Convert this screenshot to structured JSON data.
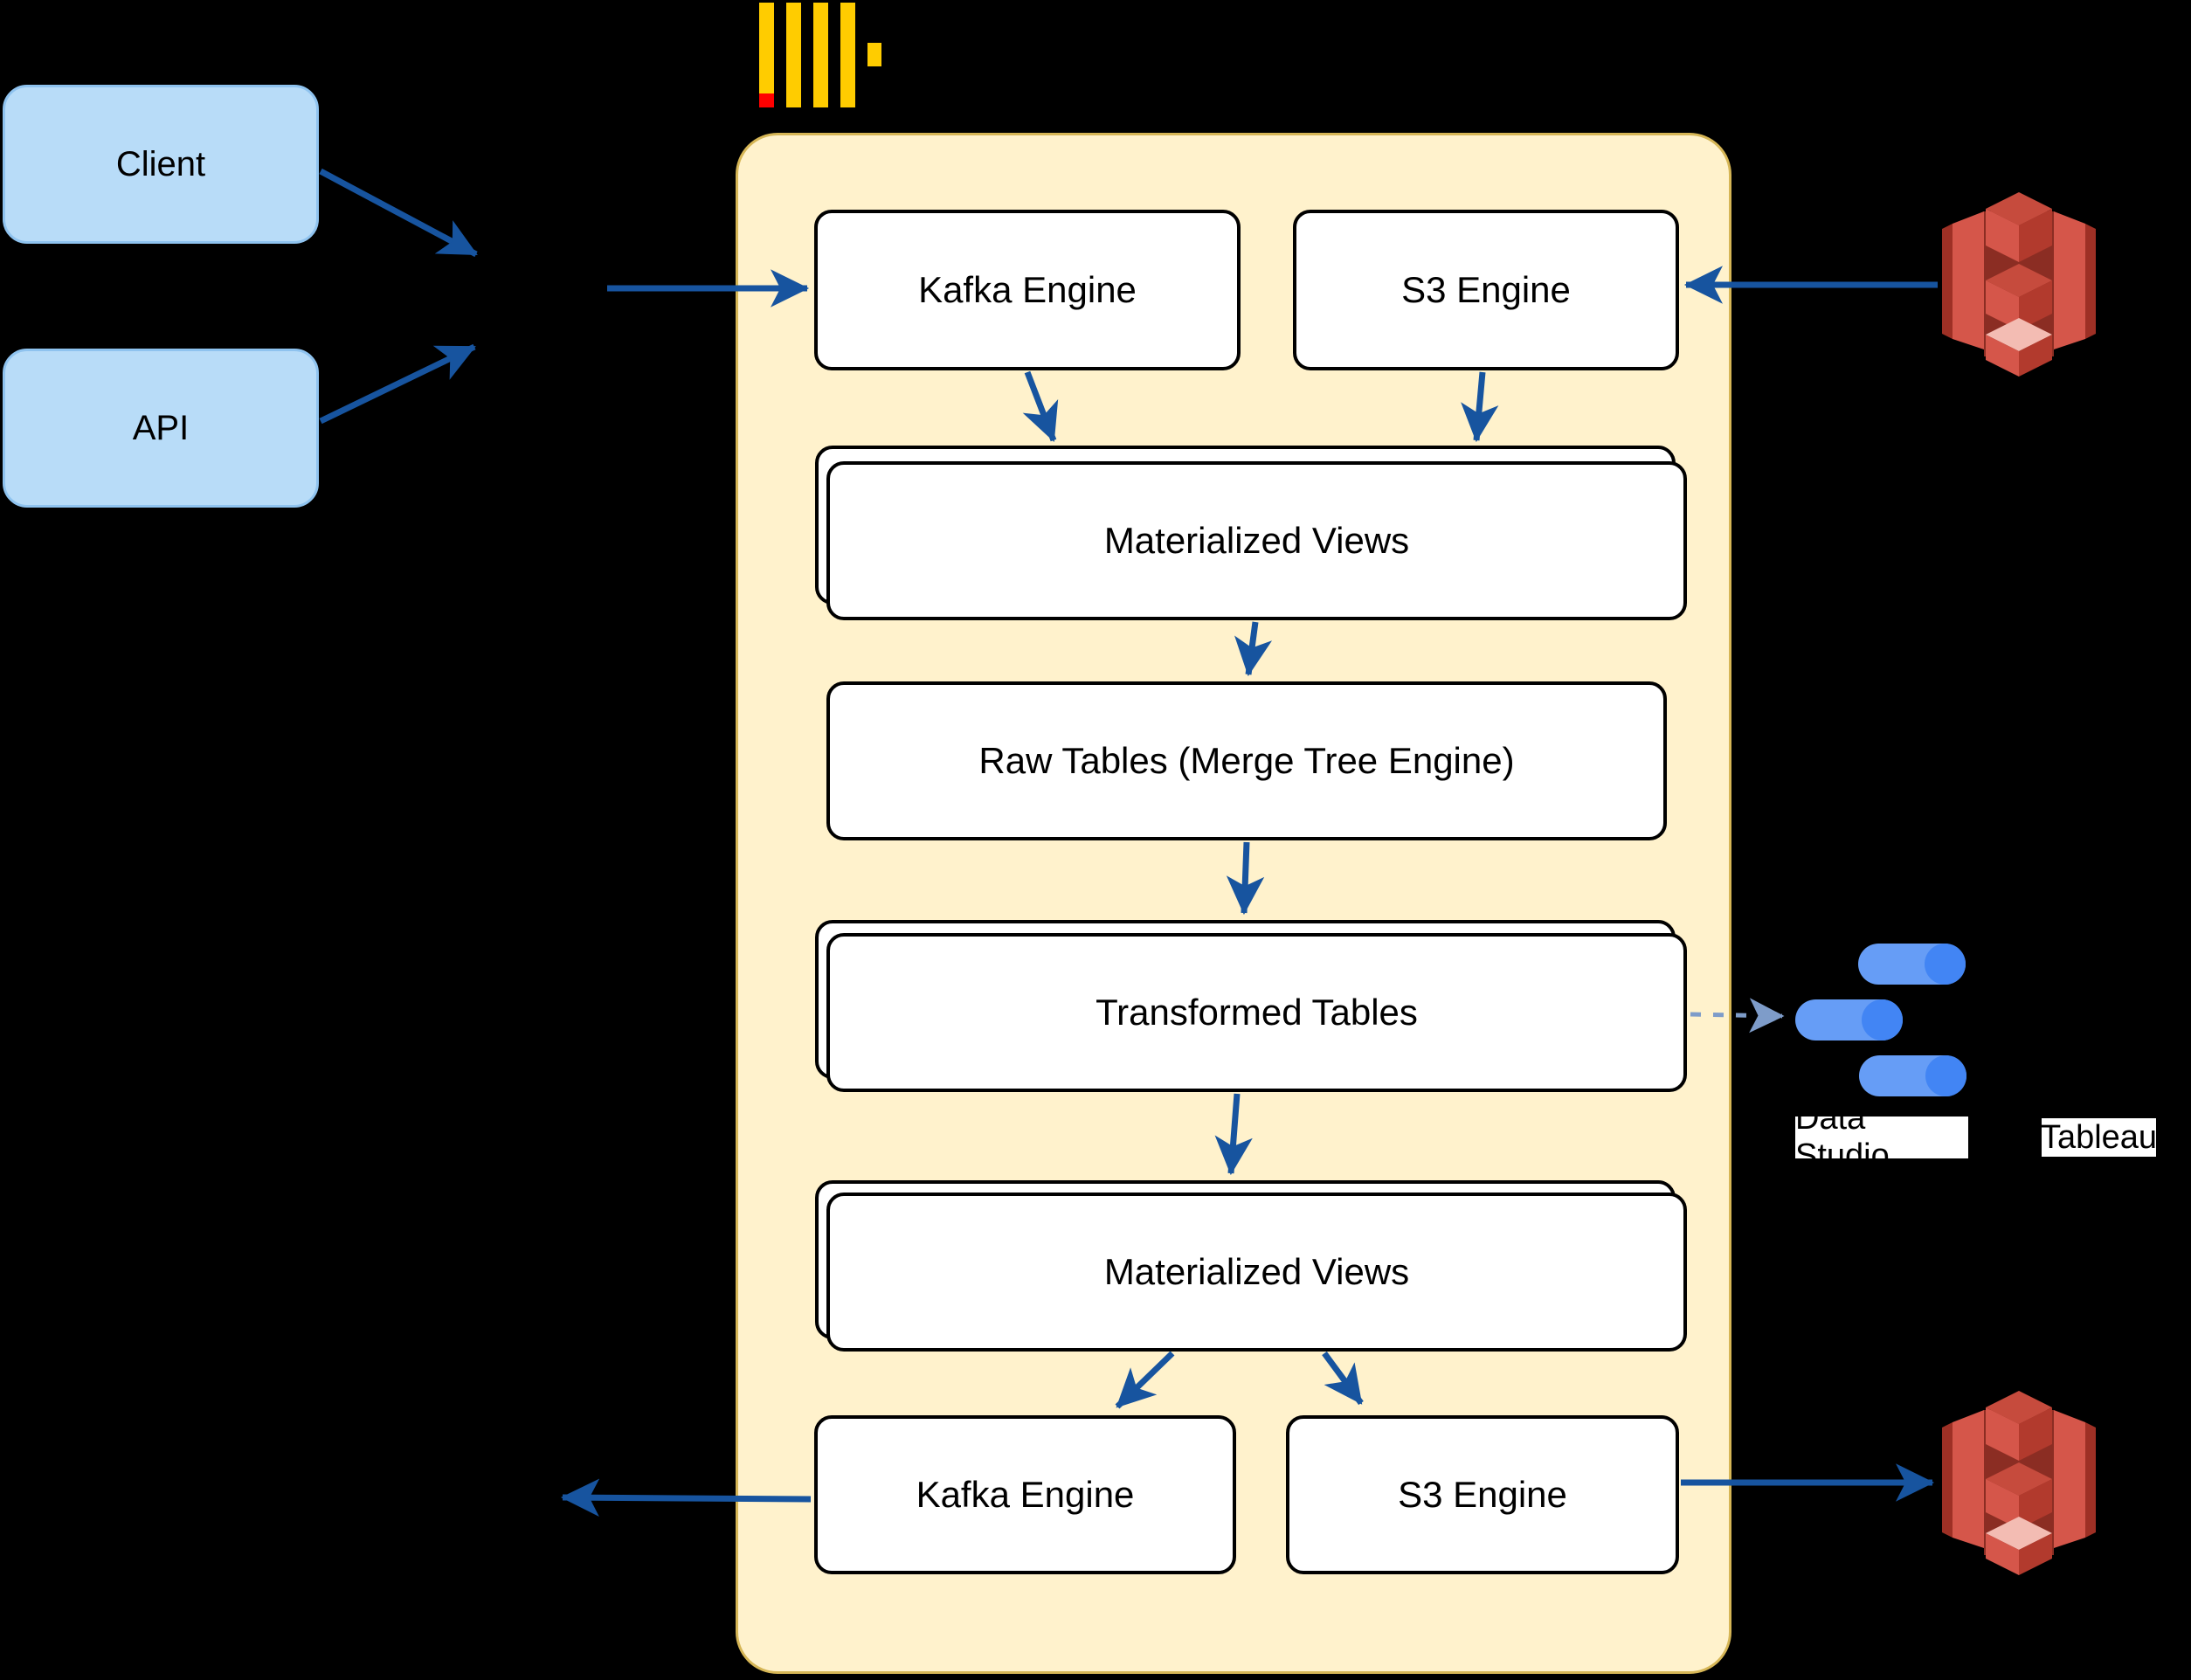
{
  "colors": {
    "canvas_bg": "#000000",
    "arrow": "#17549F",
    "arrow_light": "#7E9CC9",
    "container_fill": "#FFF2CC",
    "container_border": "#D6B656",
    "node_fill": "#FFFFFF",
    "node_border": "#000000",
    "source_fill": "#B8DCF8",
    "source_border": "#8FC3EF",
    "label_bg": "#FFFFFF",
    "logo_yellow": "#FFCC00",
    "logo_red": "#FF0000",
    "aws_base": "#D5564A",
    "aws_dark": "#9E3025",
    "aws_shadow": "#8B2D23",
    "aws_face_dark": "#B23A2D",
    "aws_top_face": "#C64B3D",
    "aws_light": "#F3BCB3",
    "ds_bar": "#669DF6",
    "ds_cap": "#4285F4"
  },
  "icons": {
    "clickhouse_logo": "clickhouse-logo",
    "aws_s3_top": "aws-s3-bucket-icon",
    "aws_s3_bottom": "aws-s3-bucket-icon",
    "data_studio": "data-studio-icon"
  },
  "nodes": {
    "client": "Client",
    "api": "API",
    "kafka_engine_top": "Kafka Engine",
    "s3_engine_top": "S3 Engine",
    "materialized_views_top": "Materialized Views",
    "raw_tables": "Raw Tables (Merge Tree Engine)",
    "transformed_tables": "Transformed Tables",
    "materialized_views_bottom": "Materialized Views",
    "kafka_engine_bottom": "Kafka Engine",
    "s3_engine_bottom": "S3 Engine"
  },
  "outputs": {
    "data_studio": "Data Studio",
    "tableau": "Tableau"
  }
}
